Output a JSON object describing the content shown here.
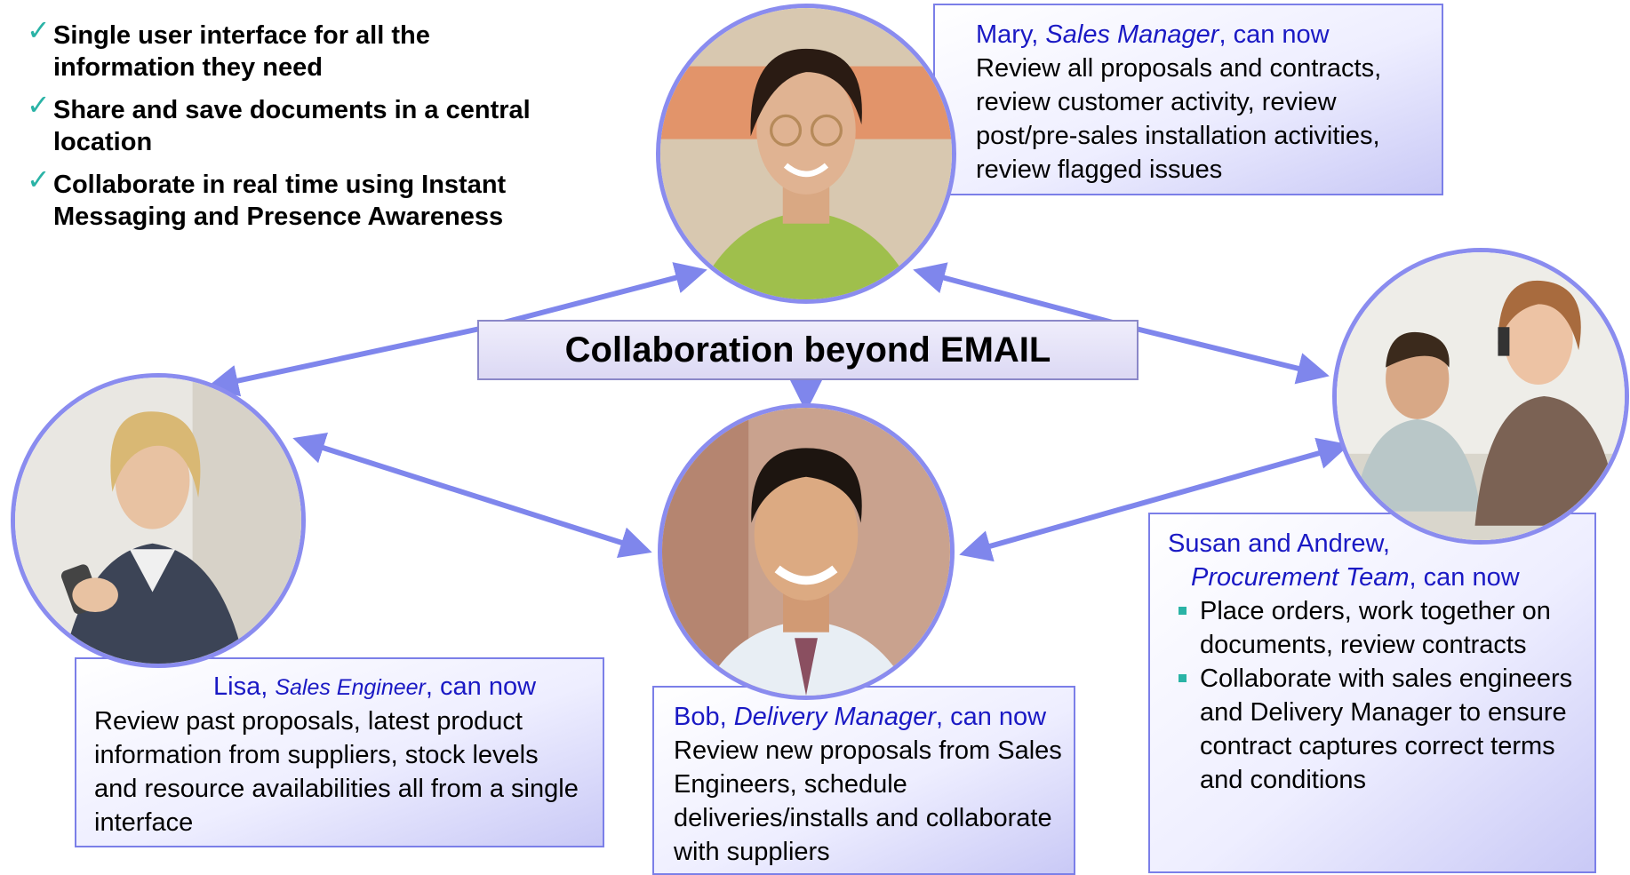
{
  "checklist": [
    "Single user interface for all the information they need",
    "Share and save documents in a central location",
    "Collaborate in real time using Instant Messaging and Presence Awareness"
  ],
  "check_glyph": "✓",
  "center_title": "Collaboration beyond EMAIL",
  "mary": {
    "name": "Mary, ",
    "role": "Sales Manager",
    "suffix": ", can now",
    "body": "Review all proposals and contracts, review customer activity, review post/pre-sales installation activities, review flagged issues"
  },
  "lisa": {
    "name": "Lisa, ",
    "role": "Sales Engineer",
    "suffix": ", can now",
    "body": "Review past proposals, latest product information from suppliers, stock levels and resource availabilities all from a single interface"
  },
  "bob": {
    "name": "Bob, ",
    "role": "Delivery Manager",
    "suffix": ", can now",
    "body": "Review new proposals from Sales Engineers, schedule deliveries/installs and collaborate with suppliers"
  },
  "team": {
    "name": "Susan and Andrew,",
    "role": "Procurement Team",
    "suffix": ", can now",
    "bullets": [
      "Place orders, work together on documents, review contracts",
      "Collaborate with sales engineers and Delivery Manager to ensure contract captures correct terms and conditions"
    ]
  },
  "colors": {
    "accent_blue": "#1a19c4",
    "ring": "#8a8cef",
    "arrow": "#7f86ec",
    "check": "#2ab3a6"
  }
}
